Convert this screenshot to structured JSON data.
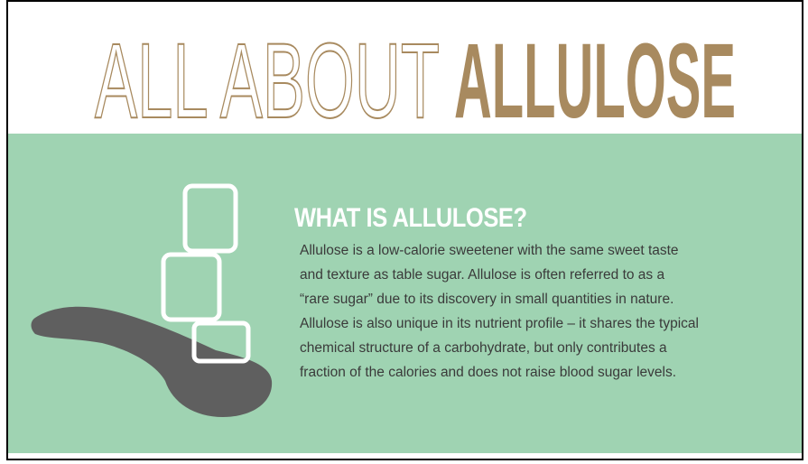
{
  "title": {
    "outline_part": "ALL ABOUT",
    "solid_part": "ALLULOSE"
  },
  "section": {
    "heading": "WHAT IS ALLULOSE?",
    "body_lines": [
      "Allulose is a low-calorie sweetener with the same sweet taste",
      "and texture as table sugar. Allulose is often referred to as a",
      "“rare sugar” due to its discovery in small quantities in nature.",
      "Allulose is also unique in its nutrient profile – it shares the typical",
      "chemical structure of a carbohydrate, but only contributes a",
      "fraction of the calories and does not raise blood sugar levels."
    ]
  },
  "illustration": {
    "icons": [
      "sugar-cube-icon",
      "sugar-cube-icon",
      "sugar-cube-icon",
      "spoon-icon"
    ]
  },
  "colors": {
    "title_outline": "#a88a5f",
    "title_solid": "#a88a5f",
    "panel_background": "#9fd3b2",
    "heading": "#ffffff",
    "body_text": "#3a3a3a",
    "spoon": "#5f5f5f",
    "cube_outline": "#ffffff"
  }
}
